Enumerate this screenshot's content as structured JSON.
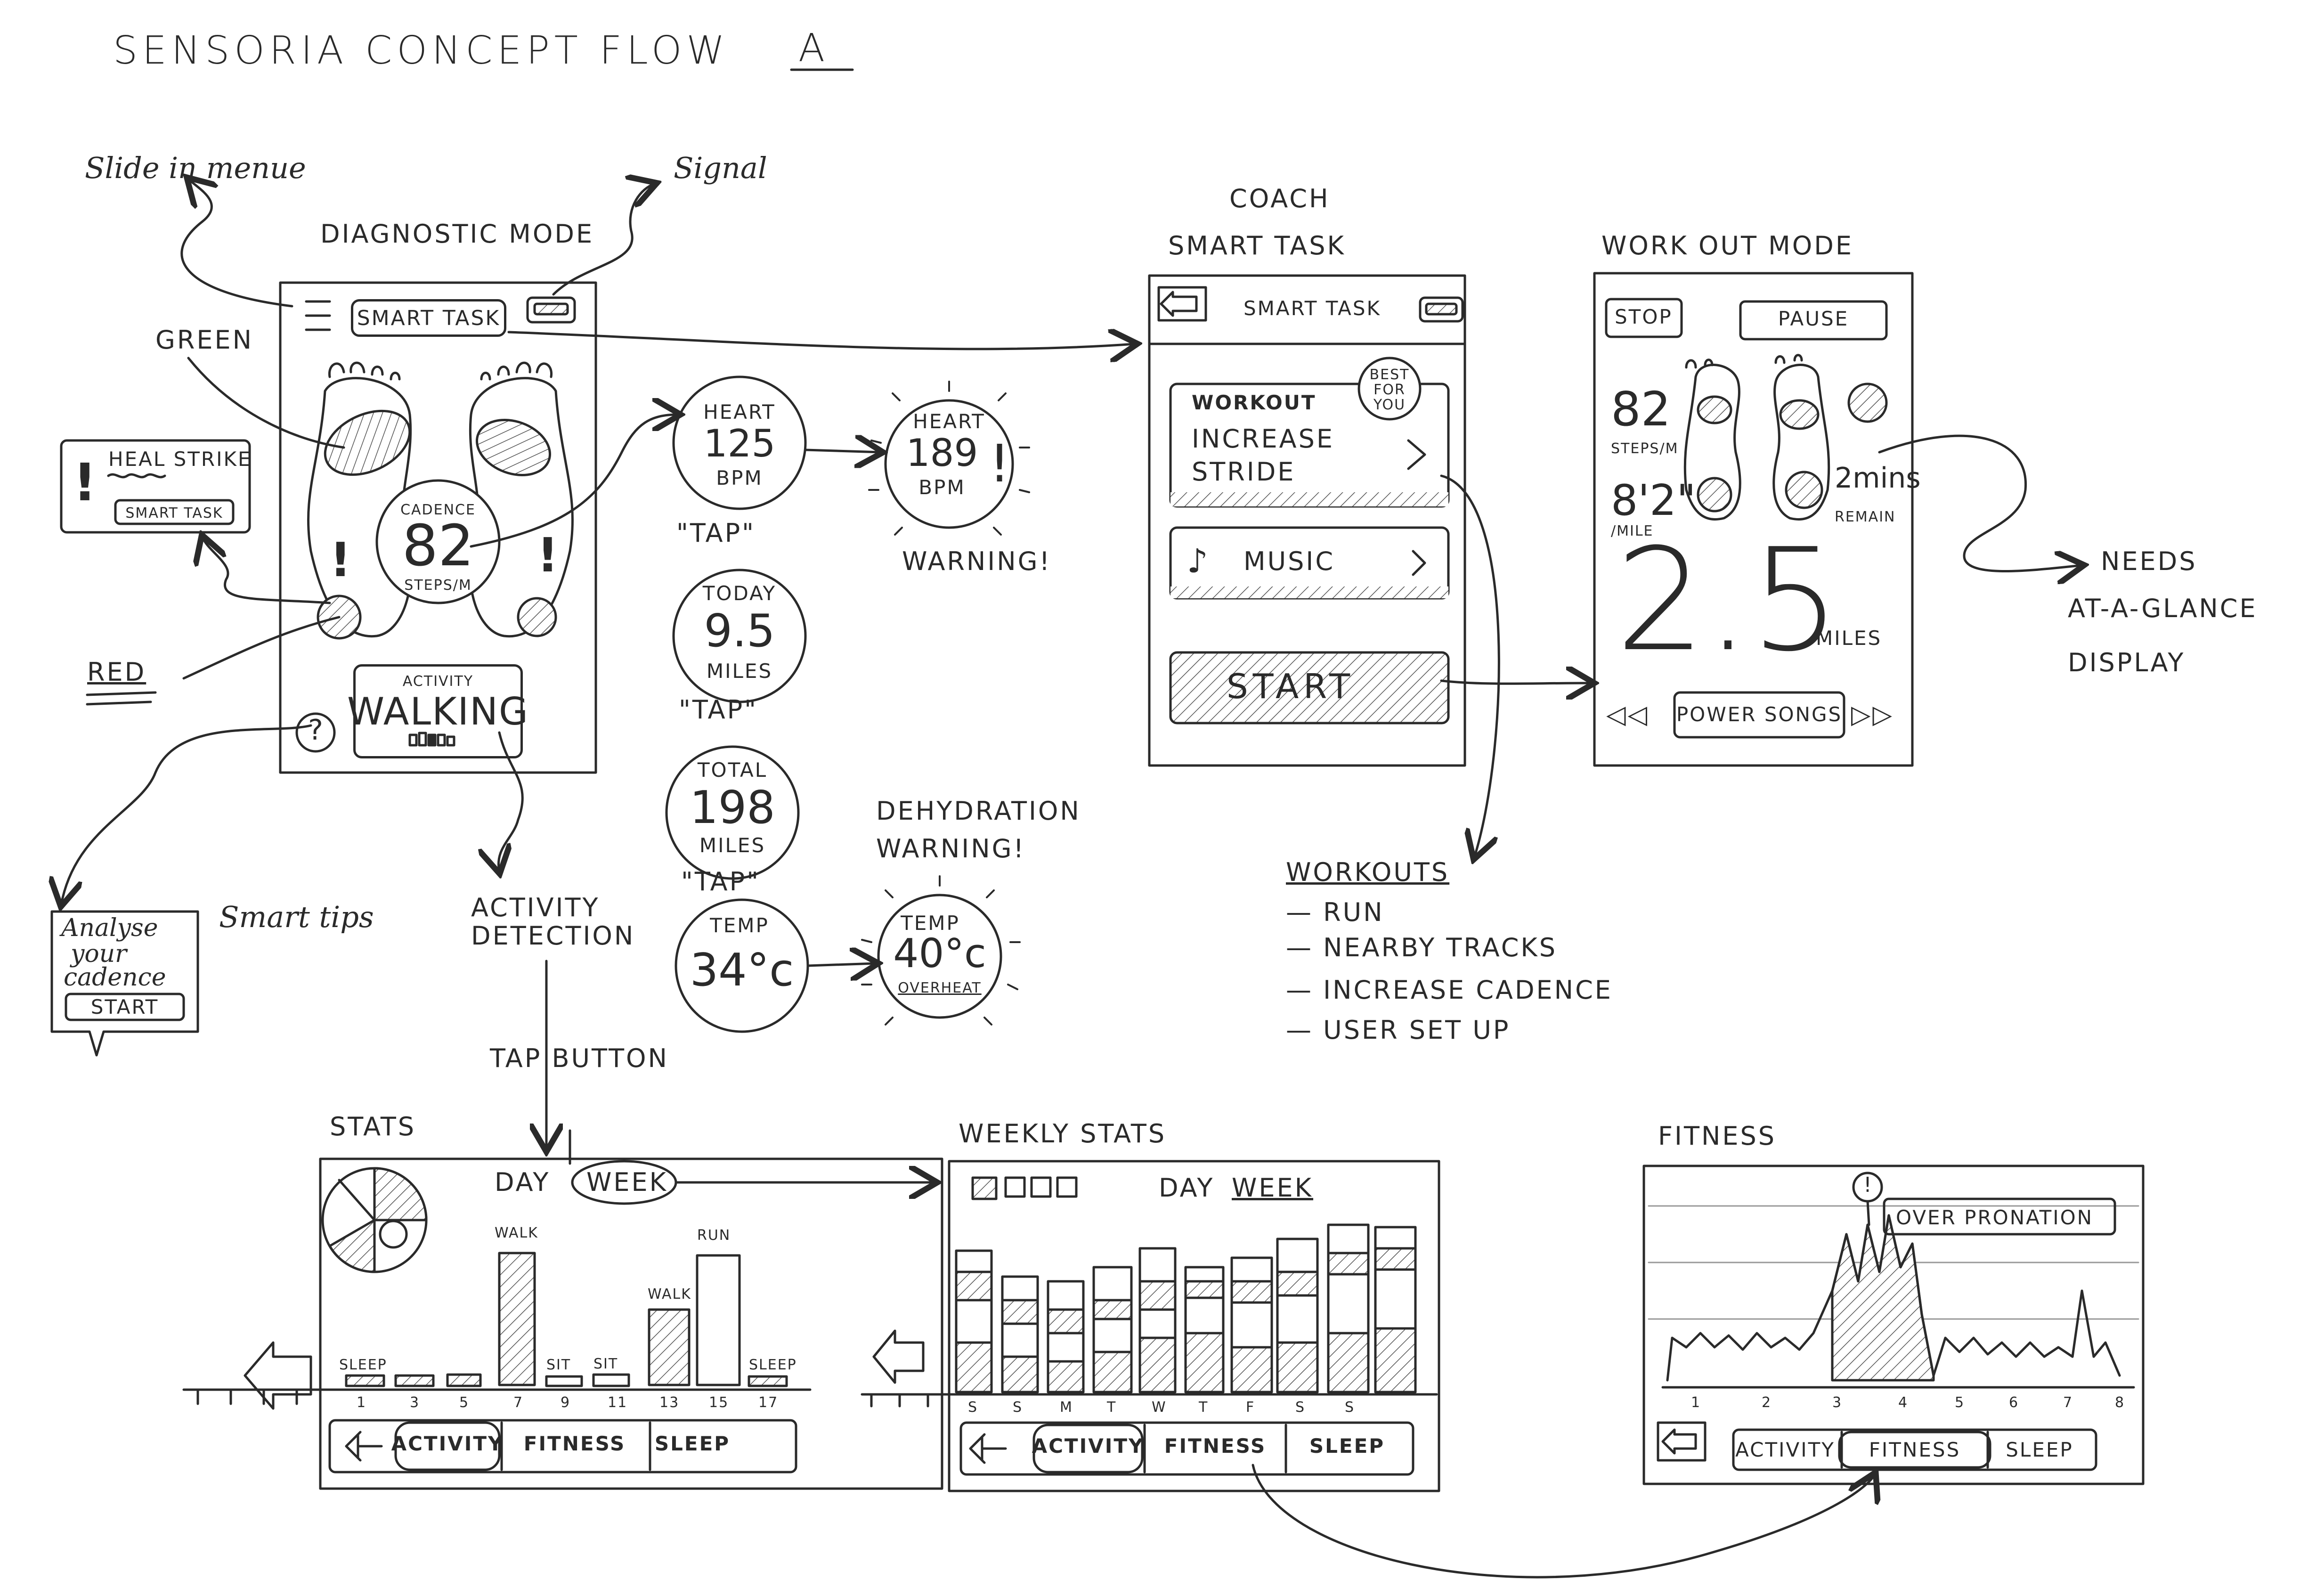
{
  "title": {
    "text": "SENSORIA  CONCEPT  FLOW",
    "letter": "A"
  },
  "annotations": {
    "slide_menu": "Slide in menue",
    "signal": "Signal",
    "diagnostic_mode": "DIAGNOSTIC MODE",
    "green": "GREEN",
    "red": "RED",
    "smart_tips": "Smart tips",
    "activity_detection_1": "ACTIVITY",
    "activity_detection_2": "DETECTION",
    "tap_button": "TAP BUTTON",
    "coach": "COACH",
    "smart_task_title": "SMART TASK",
    "workout_mode": "WORK OUT MODE",
    "needs_1": "NEEDS",
    "needs_2": "AT-A-GLANCE",
    "needs_3": "DISPLAY",
    "dehydration_1": "DEHYDRATION",
    "dehydration_2": "WARNING!",
    "warning": "WARNING!",
    "stats": "STATS",
    "weekly_stats": "WEEKLY STATS",
    "fitness": "FITNESS"
  },
  "diagnostic": {
    "smart_task_btn": "SMART TASK",
    "cadence_label": "CADENCE",
    "cadence_value": "82",
    "cadence_unit": "STEPS/M",
    "activity_label": "ACTIVITY",
    "activity_value": "WALKING",
    "help": "?",
    "alert": "!"
  },
  "heal_popup": {
    "title": "HEAL STRIKE",
    "button": "SMART TASK",
    "alert": "!"
  },
  "tip_bubble": {
    "line1": "Analyse",
    "line2": "your",
    "line3": "cadence",
    "button": "START"
  },
  "circles": {
    "heart": {
      "label": "HEART",
      "value": "125",
      "unit": "BPM"
    },
    "heart_warn": {
      "label": "HEART",
      "value": "189",
      "unit": "BPM",
      "alert": "!"
    },
    "today": {
      "label": "TODAY",
      "value": "9.5",
      "unit": "MILES"
    },
    "total": {
      "label": "TOTAL",
      "value": "198",
      "unit": "MILES"
    },
    "temp": {
      "label": "TEMP",
      "value": "34°c"
    },
    "temp_warn": {
      "label": "TEMP",
      "value": "40°c",
      "unit": "OVERHEAT"
    },
    "tap": "\"TAP\""
  },
  "smart_task": {
    "header": "SMART TASK",
    "workout_label": "WORKOUT",
    "workout_line1": "INCREASE",
    "workout_line2": "STRIDE",
    "badge": "BEST FOR YOU",
    "music": "MUSIC",
    "start": "START",
    "chevron": ">"
  },
  "workouts": {
    "heading": "WORKOUTS",
    "items": [
      "— RUN",
      "— NEARBY TRACKS",
      "— INCREASE CADENCE",
      "— USER SET UP"
    ]
  },
  "workout_mode": {
    "stop": "STOP",
    "pause": "PAUSE",
    "steps_value": "82",
    "steps_unit": "STEPS/M",
    "pace_value": "8'2\"",
    "pace_unit": "/MILE",
    "remain_value": "2mins",
    "remain_unit": "REMAIN",
    "distance": "2.5",
    "distance_unit": "MILES",
    "track": "POWER SONGS",
    "prev": "◁◁",
    "next": "▷▷"
  },
  "stats": {
    "day": "DAY",
    "week": "WEEK",
    "labels": [
      "SLEEP",
      "WALK",
      "SIT",
      "SIT",
      "WALK",
      "RUN",
      "SLEEP"
    ],
    "ticks": [
      "1",
      "3",
      "5",
      "7",
      "9",
      "11",
      "13",
      "15",
      "17"
    ],
    "tabs": [
      "ACTIVITY",
      "FITNESS",
      "SLEEP"
    ]
  },
  "weekly": {
    "day": "DAY",
    "week": "WEEK",
    "days": [
      "S",
      "S",
      "M",
      "T",
      "W",
      "T",
      "F",
      "S",
      "S"
    ],
    "tabs": [
      "ACTIVITY",
      "FITNESS",
      "SLEEP"
    ]
  },
  "fitness_screen": {
    "alert": "!",
    "callout": "OVER PRONATION",
    "ticks": [
      "1",
      "2",
      "3",
      "4",
      "5",
      "6",
      "7",
      "8"
    ],
    "tabs": [
      "ACTIVITY",
      "FITNESS",
      "SLEEP"
    ]
  }
}
